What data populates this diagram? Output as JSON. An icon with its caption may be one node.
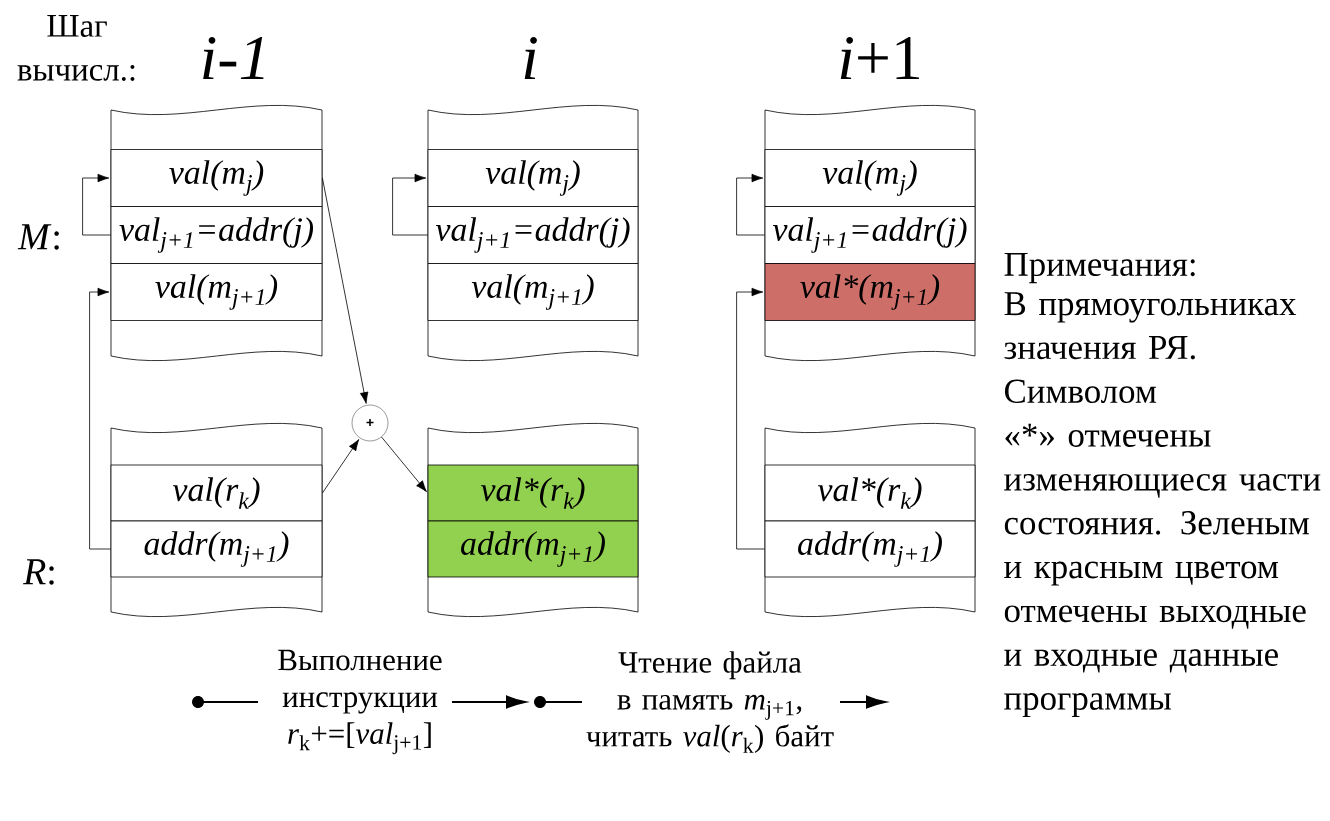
{
  "diagram": {
    "nodes": [
      {
        "text": [],
        "shape": "box"
      },
      {
        "text": [
          "val(m$_{j}$)"
        ],
        "in": 0
      },
      {
        "text": [
          "val$_{j+1}$=addr(j)"
        ],
        "in": 0
      },
      {
        "text": [
          "val(m$_{j+1}$)"
        ],
        "in": 0
      },
      {
        "text": [],
        "shape": "box"
      },
      {
        "text": [
          "val(m$_{j}$)"
        ],
        "in": 4
      },
      {
        "text": [
          "val$_{j+1}$=addr(j)"
        ],
        "in": 4
      },
      {
        "text": [
          "val(m$_{j+1}$)"
        ],
        "in": 4
      },
      {
        "text": [],
        "shape": "box"
      },
      {
        "text": [
          "val(m$_{j}$)"
        ],
        "in": 8
      },
      {
        "text": [
          "val$_{j+1}$=addr(j)"
        ],
        "in": 8
      },
      {
        "text": [
          "val*(m$_{j+1}$)"
        ],
        "in": 8
      },
      {
        "text": [],
        "shape": "box"
      },
      {
        "text": [
          "val(r$_{k}$)"
        ],
        "in": 12
      },
      {
        "text": [
          "addr(m$_{j+1}$)"
        ],
        "in": 12
      },
      {
        "text": [
          "+"
        ]
      },
      {
        "text": [],
        "shape": "box"
      },
      {
        "text": [
          "val*(r$_{k}$)"
        ],
        "in": 16
      },
      {
        "text": [
          "addr(m$_{j+1}$)"
        ],
        "in": 16
      },
      {
        "text": [],
        "shape": "box"
      },
      {
        "text": [
          "val*(r$_{k}$)"
        ],
        "in": 19
      },
      {
        "text": [
          "addr(m$_{j+1}$)"
        ],
        "in": 19
      }
    ],
    "edges": [
      {
        "from": 2,
        "to": 1,
        "arrow": "to"
      },
      {
        "from": 14,
        "to": 3,
        "arrow": "to"
      },
      {
        "from": 1,
        "to": 15,
        "arrow": "to"
      },
      {
        "from": 13,
        "to": 15,
        "arrow": "to"
      },
      {
        "from": 15,
        "to": 17,
        "arrow": "to"
      },
      {
        "from": 6,
        "to": 5,
        "arrow": "to"
      },
      {
        "from": 10,
        "to": 9,
        "arrow": "to"
      },
      {
        "from": 21,
        "to": 11,
        "arrow": "to"
      }
    ],
    "labels": [
      "Шаг вычисл.:",
      "i-1",
      "i",
      "*i*+1",
      "*M*:",
      "*R*:",
      "Выполнение инструкции *r*$_{k}$+=[*val*$_{j+1}$]",
      "Чтение файла в память *m*$_{j+1}$, читать *val*(*r*$_{k}$) байт",
      "Примечания:",
      "В прямоугольниках значения РЯ. Символом «*» отмечены изменяющиеся части состояния. Зеленым и красным цветом отмечены выходные и входные данные программы"
    ]
  }
}
